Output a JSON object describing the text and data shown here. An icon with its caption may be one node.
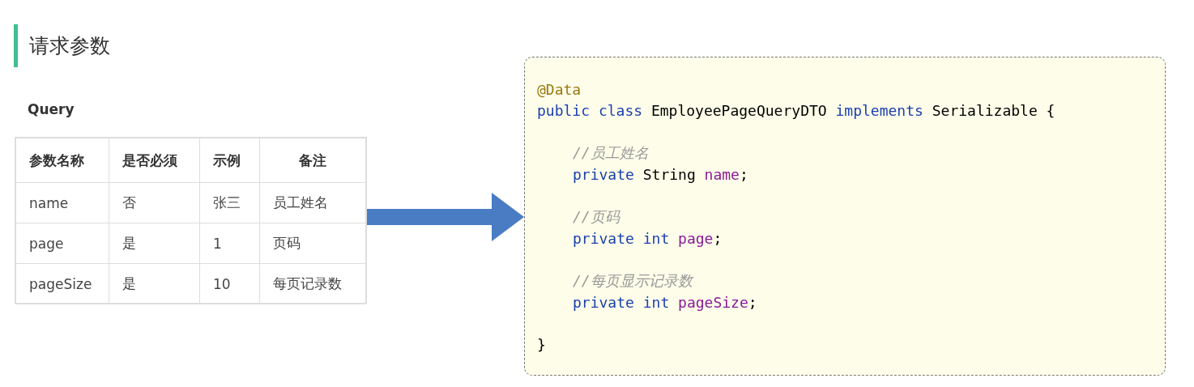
{
  "diagram": {
    "title": "请求参数",
    "nodes": [
      {
        "text": [],
        "shape": "box"
      },
      {
        "text": [
          "@Data",
          "public class EmployeePageQueryDTO implements Serializable {",
          "//员工姓名",
          "private String name;",
          "//页码",
          "private int page;",
          "//每页显示记录数",
          "private int pageSize;",
          "}"
        ]
      }
    ],
    "edges": [
      {
        "from": 0,
        "to": 1,
        "arrow": "to"
      }
    ],
    "labels": [
      "Query",
      "参数名称",
      "是否必须",
      "示例",
      "备注",
      "name",
      "否",
      "张三",
      "员工姓名",
      "page",
      "是",
      "1",
      "页码",
      "pageSize",
      "是",
      "10",
      "每页记录数"
    ]
  }
}
